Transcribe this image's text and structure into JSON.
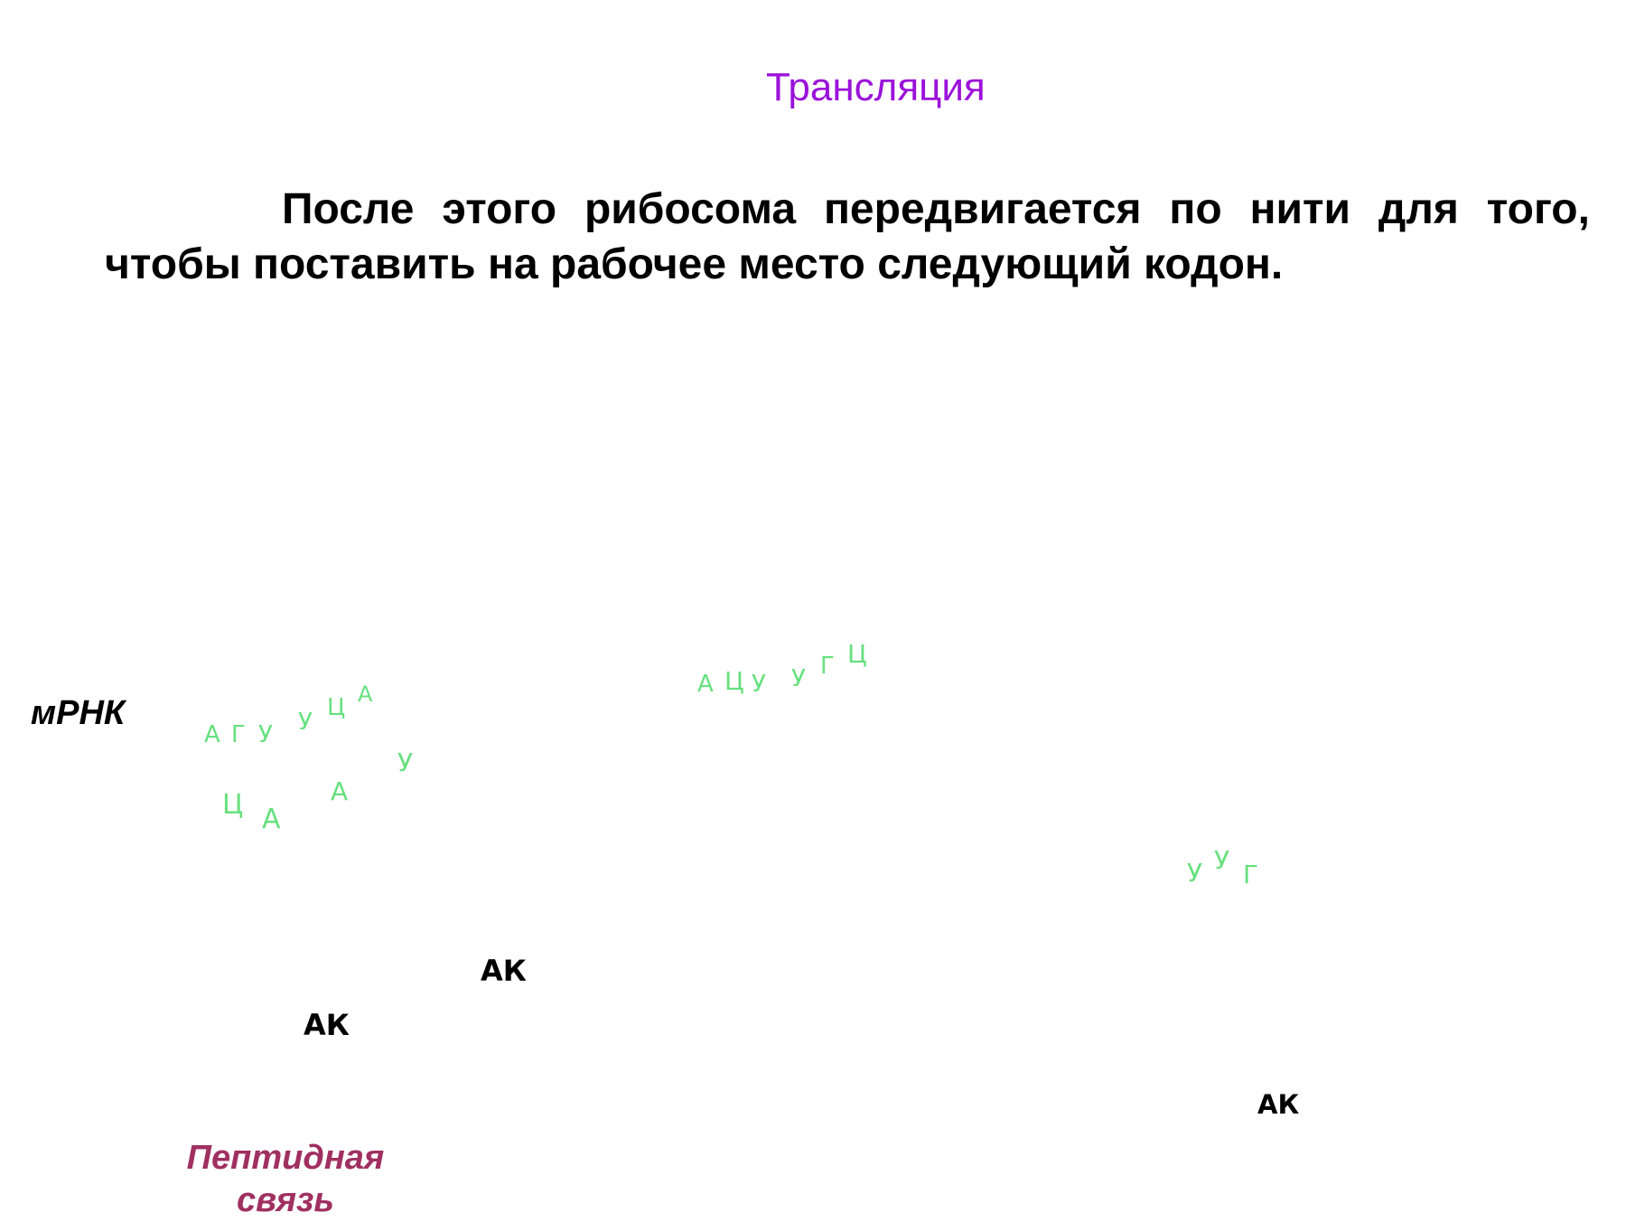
{
  "slide": {
    "title": "Трансляция",
    "text_words_line1": [
      "После",
      "этого",
      "рибосома",
      "передвигается",
      "по",
      "нити",
      "для",
      "того,"
    ],
    "text_line2": "чтобы поставить на рабочее место следующий кодон."
  },
  "diagram": {
    "mrna_label": "мРНК",
    "left_codon_letters": [
      "А",
      "Г",
      "У",
      "У",
      "Ц",
      "А"
    ],
    "left_trna_letters": [
      "У",
      "А",
      "Ц",
      "А"
    ],
    "middle_codon_letters": [
      "А",
      "Ц",
      "У",
      "У",
      "Г",
      "Ц"
    ],
    "right_anticodon_letters": [
      "У",
      "У",
      "Г"
    ],
    "amino_acid_labels": [
      "АК",
      "АК",
      "АК"
    ],
    "peptide_bond_label_line1": "Пептидная",
    "peptide_bond_label_line2": "связь",
    "nucleotide_color": "#66e07e",
    "title_color": "#9b12d9",
    "peptide_label_color": "#a03060"
  }
}
